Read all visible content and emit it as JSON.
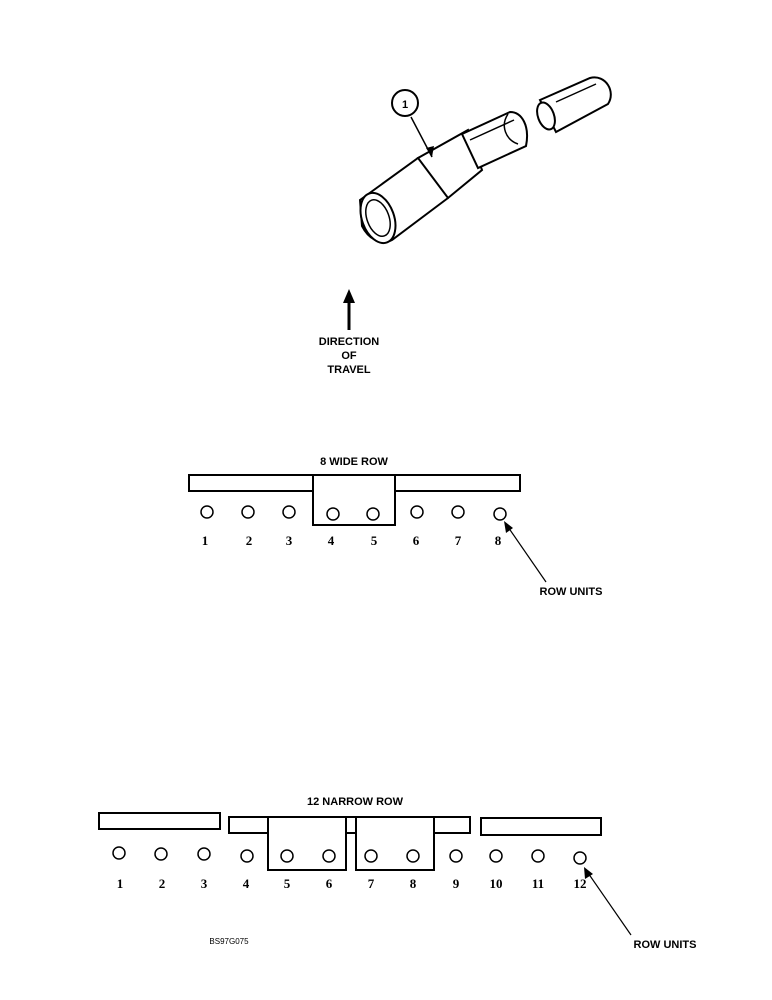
{
  "callout": "1",
  "direction_label": [
    "DIRECTION",
    "OF",
    "TRAVEL"
  ],
  "wide": {
    "title": "8 WIDE ROW",
    "numbers": [
      "1",
      "2",
      "3",
      "4",
      "5",
      "6",
      "7",
      "8"
    ],
    "row_units_label": "ROW UNITS"
  },
  "narrow": {
    "title": "12 NARROW ROW",
    "numbers": [
      "1",
      "2",
      "3",
      "4",
      "5",
      "6",
      "7",
      "8",
      "9",
      "10",
      "11",
      "12"
    ],
    "row_units_label": "ROW UNITS"
  },
  "figure_code": "BS97G075"
}
